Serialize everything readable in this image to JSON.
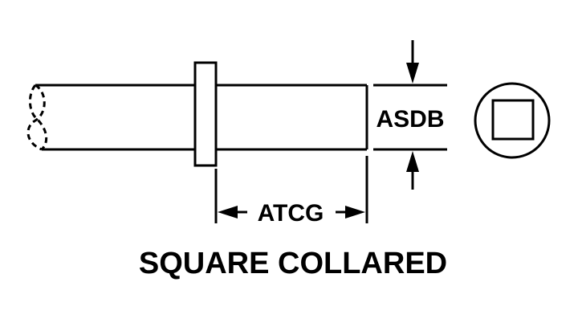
{
  "diagram": {
    "title": "SQUARE COLLARED",
    "dimensions": {
      "shank_length_label": "ATCG",
      "square_width_label": "ASDB"
    },
    "colors": {
      "ink": "#000000",
      "background": "#ffffff"
    }
  }
}
